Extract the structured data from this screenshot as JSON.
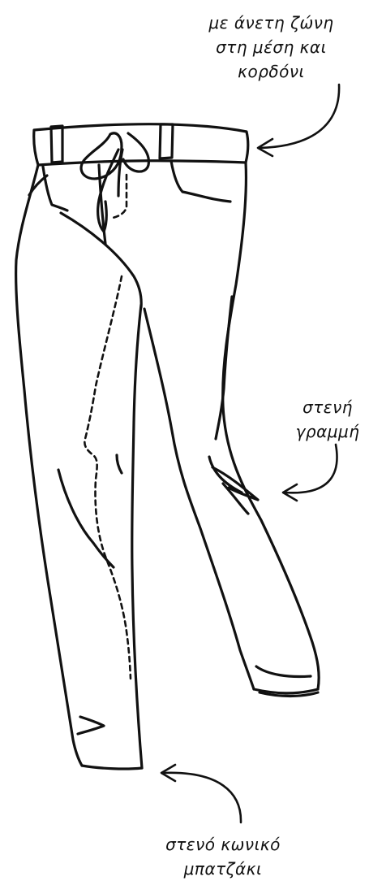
{
  "annotations": {
    "waist": {
      "lines": [
        "με άνετη ζώνη",
        "στη μέση και",
        "κορδόνι"
      ]
    },
    "slim_fit": {
      "lines": [
        "στενή",
        "γραμμή"
      ]
    },
    "tapered_leg": {
      "lines": [
        "στενό κωνικό",
        "μπατζάκι"
      ]
    }
  },
  "style": {
    "ink_color": "#111111",
    "paper_color": "#ffffff"
  },
  "illustration": {
    "subject": "slim tapered trousers with drawstring waistband",
    "icons": [
      "trousers-icon",
      "arrow-icon"
    ]
  }
}
